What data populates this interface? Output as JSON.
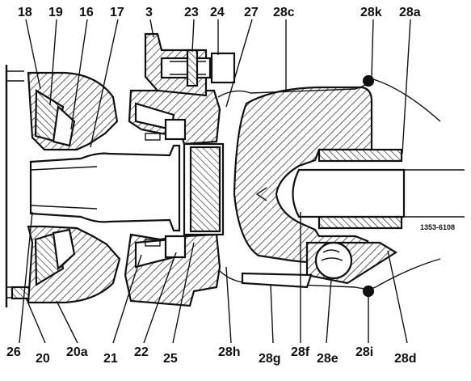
{
  "figure": {
    "reference_code": "1353-6108"
  },
  "labels": {
    "l18": "18",
    "l19": "19",
    "l16": "16",
    "l17": "17",
    "l3": "3",
    "l23": "23",
    "l24": "24",
    "l27": "27",
    "l28c": "28c",
    "l28k": "28k",
    "l28a": "28a",
    "l26": "26",
    "l20": "20",
    "l20a": "20a",
    "l21": "21",
    "l22": "22",
    "l25": "25",
    "l28h": "28h",
    "l28g": "28g",
    "l28f": "28f",
    "l28e": "28e",
    "l28i": "28i",
    "l28d": "28d"
  }
}
